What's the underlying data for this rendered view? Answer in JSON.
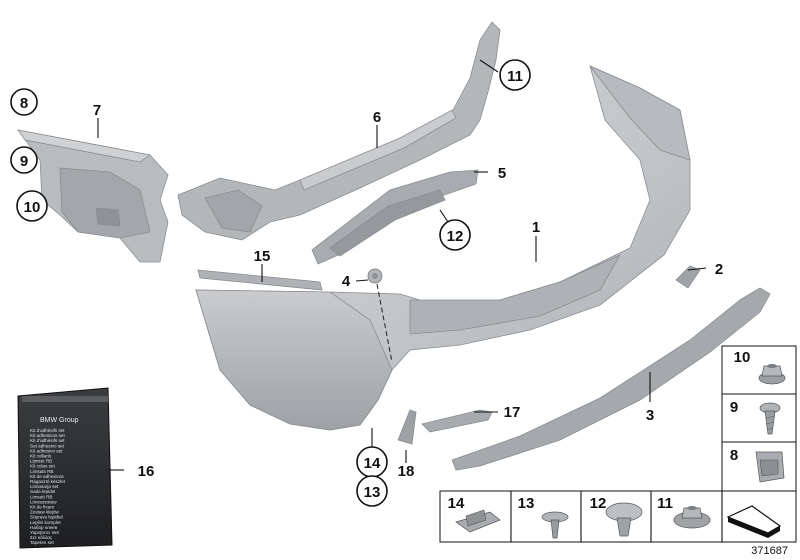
{
  "diagram_id": "371687",
  "callouts": {
    "c1": "1",
    "c2": "2",
    "c3": "3",
    "c4": "4",
    "c5": "5",
    "c6": "6",
    "c7": "7",
    "c8": "8",
    "c9": "9",
    "c10": "10",
    "c11": "11",
    "c12": "12",
    "c13": "13",
    "c14": "14",
    "c15": "15",
    "c16": "16",
    "c17": "17",
    "c18": "18"
  },
  "side_panel": [
    "10",
    "9",
    "8"
  ],
  "bottom_row": [
    "14",
    "13",
    "12",
    "11"
  ],
  "kit_bag": {
    "brand": "BMW Group",
    "lines": [
      "Kit d'adhésifs set",
      "Kit adhesivos set",
      "Kit d'adhésifs set",
      "Set adhesivo set",
      "Kit adhesivo set",
      "Kit collanti",
      "Lijmset RB",
      "Kit colas set",
      "Limsats RB",
      "Kit de adhesivos",
      "Ragasztó készlet",
      "Liimasarja set",
      "Sada lepidel",
      "Limsett RB",
      "Limeszestaw",
      "Kit de fixare",
      "Zestaw klejów",
      "Súprava lepidiel",
      "Lepilni komplet",
      "Набор клеев",
      "Yapıştırıcı seti",
      "Σετ κόλλας",
      "Tapeten set"
    ]
  }
}
